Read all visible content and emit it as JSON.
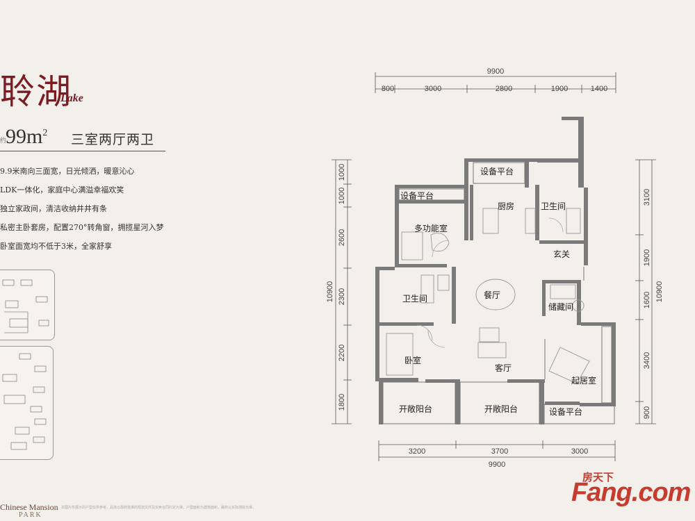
{
  "header": {
    "title_cn": "聆湖",
    "title_en": "Lake",
    "area_prefix": "约",
    "area_number": "99m",
    "area_sup": "2",
    "layout_type": "三室两厅两卫"
  },
  "features": [
    "9.9米南向三面宽，日光倾洒，暖意沁心",
    "LDK一体化，家庭中心满溢幸福欢笑",
    "独立家政间，清洁收纳井井有条",
    "私密主卧套房，配置270°转角窗，拥揽星河入梦",
    "卧室面宽均不低于3米，全家舒享"
  ],
  "brand": {
    "name": "Chinese Mansion",
    "sub": "PARK"
  },
  "disclaimer": "本图片所展示的户型仅供参考，具体以政府批准的规划文件及买卖合同约定为准，户型面积为建筑面积，最终以实际测绘为准。",
  "watermark": {
    "cn": "房天下",
    "en": "Fang.com"
  },
  "plan": {
    "top_total": "9900",
    "top_segments": [
      "800",
      "3000",
      "2800",
      "1900",
      "1400"
    ],
    "bottom_segments": [
      "3200",
      "3700",
      "3000"
    ],
    "bottom_total": "9900",
    "left_segments": [
      "1000",
      "1000",
      "2600",
      "2300",
      "2200",
      "1800"
    ],
    "left_total": "10900",
    "right_segments": [
      "3100",
      "1900",
      "1600",
      "3400",
      "900"
    ],
    "right_total": "10900",
    "rooms": {
      "equipment_platform_top": "设备平台",
      "equipment_platform_left": "设备平台",
      "kitchen": "厨房",
      "bathroom_upper": "卫生间",
      "multi_function_room": "多功能室",
      "entrance": "玄关",
      "bathroom_lower": "卫生间",
      "dining_room": "餐厅",
      "storage_room": "储藏间",
      "bedroom": "卧室",
      "living_room": "客厅",
      "master_living_room": "起居室",
      "open_balcony_left": "开敞阳台",
      "open_balcony_right": "开敞阳台",
      "equipment_platform_bottom": "设备平台"
    }
  }
}
